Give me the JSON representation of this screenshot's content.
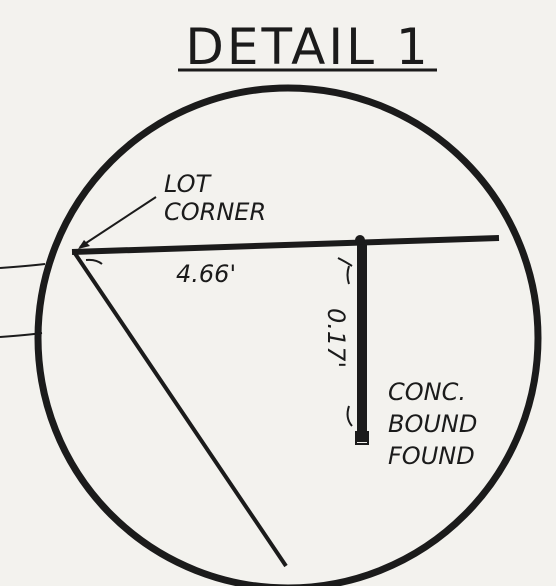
{
  "title": "DETAIL 1",
  "labels": {
    "lot_corner_line1": "LOT",
    "lot_corner_line2": "CORNER",
    "distance_horizontal": "4.66'",
    "distance_vertical": "0.17'",
    "bound_line1": "CONC.",
    "bound_line2": "BOUND",
    "bound_line3": "FOUND"
  },
  "colors": {
    "ink": "#1b1b1b",
    "paper": "#f3f2ee"
  }
}
